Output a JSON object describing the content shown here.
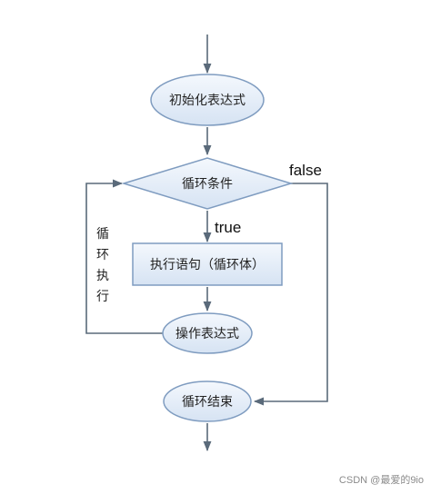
{
  "nodes": {
    "init": "初始化表达式",
    "condition": "循环条件",
    "body": "执行语句（循环体）",
    "update": "操作表达式",
    "end": "循环结束"
  },
  "edges": {
    "true_label": "true",
    "false_label": "false",
    "loop_label_chars": [
      "循",
      "环",
      "执",
      "行"
    ]
  },
  "watermark": "CSDN @最爱的9io",
  "colors": {
    "line": "#5a6a7a",
    "node_fill": "#e3ecf8",
    "node_stroke": "#7f9cc0"
  }
}
